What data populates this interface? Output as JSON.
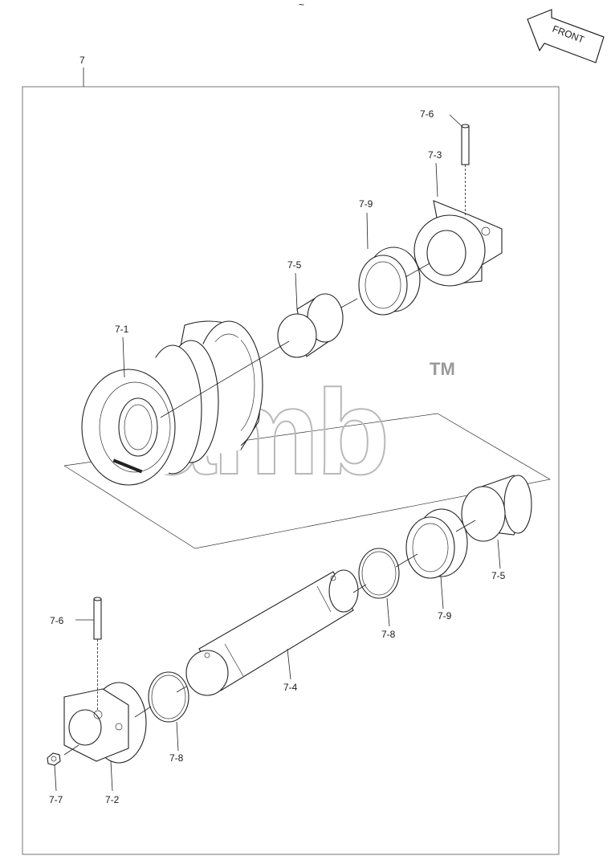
{
  "front_arrow": {
    "label": "FRONT"
  },
  "assembly": {
    "label": "7"
  },
  "callouts": {
    "c71": "7-1",
    "c75_top": "7-5",
    "c79_top": "7-9",
    "c73": "7-3",
    "c76_top": "7-6",
    "c75_bot": "7-5",
    "c79_bot": "7-9",
    "c78_right": "7-8",
    "c74": "7-4",
    "c78_left": "7-8",
    "c76_bot": "7-6",
    "c77": "7-7",
    "c72": "7-2"
  },
  "watermark": {
    "text": "amb",
    "mark": "TM"
  }
}
